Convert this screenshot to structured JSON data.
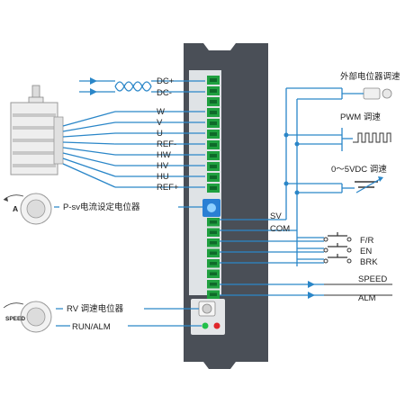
{
  "colors": {
    "wire": "#2a86c8",
    "terminal": "#20a040",
    "driver_body": "#4a4f57",
    "led_green": "#22c04a",
    "led_red": "#e0262a"
  },
  "left_terminals": {
    "dc_plus": "DC+",
    "dc_minus": "DC-",
    "w": "W",
    "v": "V",
    "u": "U",
    "ref_minus": "REF-",
    "hw": "HW",
    "hv": "HV",
    "hu": "HU",
    "ref_plus": "REF+"
  },
  "left_labels": {
    "current_pot": "P-sv电流设定电位器",
    "a_label": "A",
    "rv_pot": "RV 调速电位器",
    "run_alm": "RUN/ALM",
    "speed_knob": "SPEED"
  },
  "right_terminals": {
    "sv": "SV",
    "com": "COM",
    "fr": "F/R",
    "en": "EN",
    "brk": "BRK",
    "speed": "SPEED",
    "alm": "ALM"
  },
  "right_labels": {
    "external_pot": "外部电位器调速",
    "pwm": "PWM 调速",
    "voltage": "0～5VDC 调速"
  }
}
